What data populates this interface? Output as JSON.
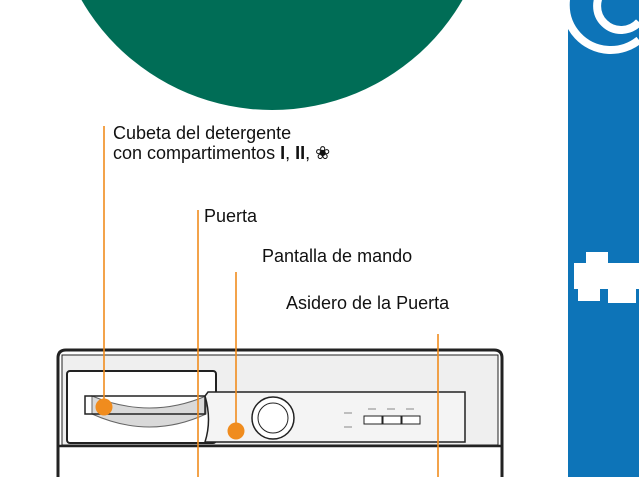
{
  "labels": {
    "detergent_line1": "Cubeta del detergente",
    "detergent_line2_prefix": "con compartimentos ",
    "detergent_comp_1": "I",
    "detergent_sep_1": ", ",
    "detergent_comp_2": "II",
    "detergent_sep_2": ", ",
    "detergent_symbol": "❀",
    "door": "Puerta",
    "control_panel": "Pantalla de mando",
    "door_handle": "Asidero de la Puerta"
  },
  "colors": {
    "green_circle": "#006d56",
    "blue_strip": "#0d74b8",
    "leader_line": "#f08c1e",
    "marker_dot": "#f08c1e"
  },
  "icons": {
    "blue_strip_top": "partial-circle-icon",
    "blue_strip_middle": "water-tap-icon"
  }
}
